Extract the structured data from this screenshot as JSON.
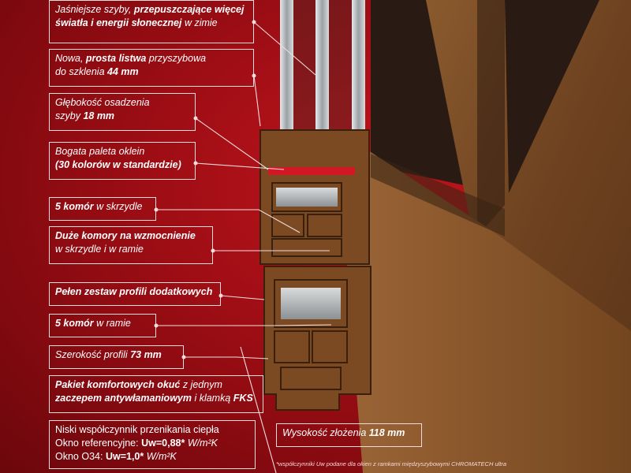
{
  "colors": {
    "background": "#a8101a",
    "box_border": "#f3dcdc",
    "gasket": "#d31825",
    "wood": "#7a4a22",
    "glass": "#c9cdd0"
  },
  "callouts": {
    "c1": {
      "a": "Jaśniejsze szyby, ",
      "b": "przepuszczające więcej",
      "c": "światła i energii słonecznej",
      "d": " w zimie"
    },
    "c2": {
      "a": "Nowa, ",
      "b": "prosta listwa",
      "c": " przyszybowa",
      "d": "do szklenia ",
      "e": "44 mm"
    },
    "c3": {
      "a": "Głębokość osadzenia",
      "b": "szyby ",
      "c": "18 mm"
    },
    "c4": {
      "a": "Bogata paleta oklein",
      "b": "(30 kolorów w standardzie)"
    },
    "c5": {
      "a": "5 komór",
      "b": " w skrzydle"
    },
    "c6": {
      "a": "Duże komory na wzmocnienie",
      "b": "w skrzydle i w ramie"
    },
    "c7": {
      "a": "Pełen zestaw profili dodatkowych"
    },
    "c8": {
      "a": "5 komór",
      "b": " w ramie"
    },
    "c9": {
      "a": "Szerokość profili ",
      "b": "73 mm"
    },
    "c10": {
      "a": "Pakiet komfortowych okuć",
      "b": " z jednym",
      "c": "zaczepem antywłamaniowym",
      "d": " i klamką ",
      "e": "FKS"
    },
    "c11": {
      "a": "Niski współczynnik przenikania ciepła",
      "b": "Okno referencyjne: ",
      "c": "Uw=0,88*",
      "d": " W/m²K",
      "e": "Okno O34: ",
      "f": "Uw=1,0*",
      "g": " W/m²K"
    },
    "c12": {
      "a": "Wysokość złożenia ",
      "b": "118 mm"
    }
  },
  "footnote": "*współczynniki Uw podane dla okien z ramkami międzyszybowymi CHROMATECH ultra"
}
